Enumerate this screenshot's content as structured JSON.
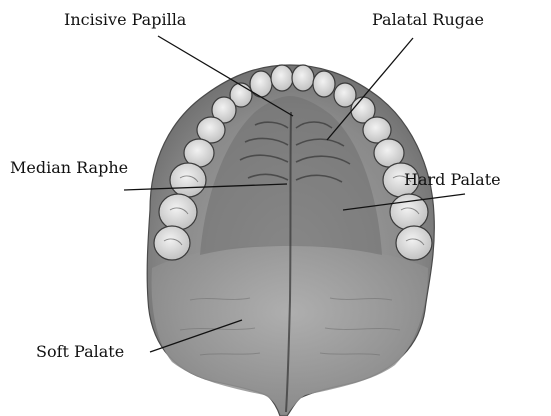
{
  "labels": {
    "incisive_papilla": "Incisive Papilla",
    "palatal_rugae": "Palatal Rugae",
    "median_raphe": "Median Raphe",
    "hard_palate": "Hard Palate",
    "soft_palate": "Soft Palate"
  },
  "colors": {
    "tissue": "#8a8a8a",
    "tissue_dark": "#5f5f5f",
    "tooth": "#e2e2e2",
    "tooth_outline": "#3a3a3a",
    "leader_line": "#111111"
  }
}
